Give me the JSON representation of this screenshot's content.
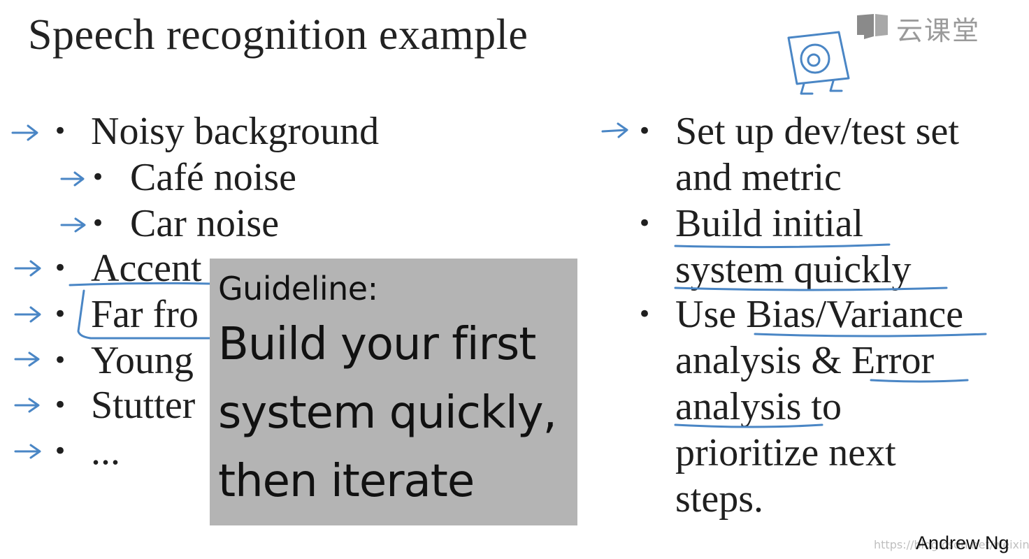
{
  "slide": {
    "title": "Speech recognition example",
    "logo_text": "云课堂",
    "author": "Andrew Ng",
    "watermark": "https://blog.csdn.net/weixin_..."
  },
  "left_list": [
    {
      "text": "Noisy background",
      "level": 1
    },
    {
      "text": "Café noise",
      "level": 2
    },
    {
      "text": "Car noise",
      "level": 2
    },
    {
      "text": "Accent",
      "level": 1
    },
    {
      "text": "Far fro",
      "level": 1
    },
    {
      "text": "Young",
      "level": 1
    },
    {
      "text": "Stutter",
      "level": 1
    },
    {
      "text": "...",
      "level": 1
    }
  ],
  "right_list": [
    {
      "lines": [
        "Set up dev/test set",
        "and metric"
      ]
    },
    {
      "lines": [
        "Build initial",
        "system quickly"
      ]
    },
    {
      "lines": [
        "Use Bias/Variance",
        "analysis & Error",
        "analysis to",
        "prioritize next",
        "steps."
      ]
    }
  ],
  "guideline": {
    "heading": "Guideline:",
    "lines": [
      "Build your first",
      "system quickly,",
      "then iterate"
    ]
  },
  "colors": {
    "ink_blue": "#4a86c5",
    "box_gray": "#b4b4b4",
    "logo_gray": "#9a9a9a"
  }
}
